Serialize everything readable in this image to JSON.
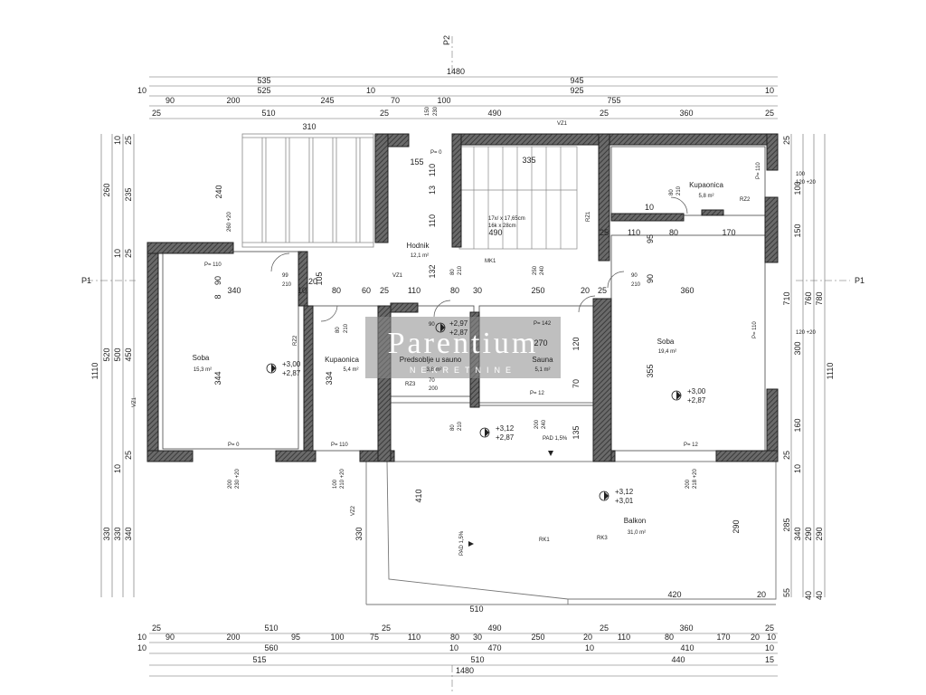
{
  "watermark": {
    "name": "Parentium",
    "sub": "NEKRETNINE"
  },
  "sections": {
    "p1": "P1",
    "p2": "P2"
  },
  "rooms": [
    {
      "name": "Soba",
      "area": "15,3 m²"
    },
    {
      "name": "Kupaonica",
      "area": "5,4 m²"
    },
    {
      "name": "Predsoblje u sauno",
      "area": "3,8 m²"
    },
    {
      "name": "Sauna",
      "area": "5,1 m²"
    },
    {
      "name": "Soba",
      "area": "19,4 m²"
    },
    {
      "name": "Hodnik",
      "area": "12,1 m²"
    },
    {
      "name": "Kupaonica",
      "area": "5,8 m²"
    },
    {
      "name": "Balkon",
      "area": "31,0 m²"
    }
  ],
  "elevations": [
    {
      "top": "+3,00",
      "bottom": "+2,87"
    },
    {
      "top": "+2,97",
      "bottom": "+2,87"
    },
    {
      "top": "+3,12",
      "bottom": "+2,87"
    },
    {
      "top": "+3,00",
      "bottom": "+2,87"
    },
    {
      "top": "+3,12",
      "bottom": "+3,01"
    }
  ],
  "tags": {
    "vz1": "VZ1",
    "vz2": "VZ2",
    "rz1": "RZ1",
    "rz2": "RZ2",
    "rz3": "RZ3",
    "mk1": "MK1",
    "rk1": "RK1",
    "rk3": "RK3",
    "pad": "PAD 1,5%",
    "stairs1": "17x/ x 17,65cm",
    "stairs2": "16k x 28cm",
    "p0": "P= 0",
    "p110": "P= 110",
    "p12": "P= 12",
    "p142": "P= 142"
  },
  "dims_top": {
    "row1": [
      "1480"
    ],
    "row2": [
      "535",
      "945"
    ],
    "row3": [
      "10",
      "525",
      "10",
      "925",
      "10"
    ],
    "row4": [
      "90",
      "200",
      "245",
      "70",
      "100",
      "755"
    ],
    "row5": [
      "25",
      "510",
      "25",
      "490",
      "25",
      "360",
      "25"
    ],
    "stair_small": [
      "150",
      "230"
    ]
  },
  "dims_bottom": {
    "row1": [
      "25",
      "510",
      "25",
      "490",
      "25",
      "360",
      "25"
    ],
    "row2": [
      "10",
      "90",
      "200",
      "95",
      "100",
      "75",
      "110",
      "80",
      "30",
      "250",
      "20",
      "110",
      "80",
      "170",
      "20",
      "10"
    ],
    "row3": [
      "10",
      "560",
      "10",
      "470",
      "10",
      "410",
      "10"
    ],
    "row4": [
      "515",
      "510",
      "440",
      "15"
    ],
    "row5": [
      "1480"
    ]
  },
  "dims_left": [
    "1110",
    "260",
    "235",
    "10",
    "25",
    "520",
    "500",
    "450",
    "25",
    "10",
    "330",
    "330",
    "340",
    "10",
    "25"
  ],
  "dims_right": [
    "1110",
    "780",
    "760",
    "710",
    "25",
    "10",
    "285",
    "340",
    "290",
    "290",
    "55",
    "40",
    "40",
    "100",
    "100",
    "120 +20",
    "150",
    "300",
    "120 +20",
    "160",
    "25"
  ],
  "dims_inner": {
    "terrace_w": "310",
    "terrace_h": "240",
    "stair_w": "335",
    "hall_w": "155",
    "stair_len": "490",
    "hall_110": "110",
    "hall_13": "13",
    "hall_110b": "110",
    "hall_132": "132",
    "bed1_w": "340",
    "bed1_h": "344",
    "bed1_90": "90",
    "bed1_8": "8",
    "bed1_10": "10",
    "bath_w": "105",
    "bath_h": "334",
    "bath_20": "20",
    "bath_80": "80",
    "bath_60": "60",
    "bath_25": "25",
    "sauna_110": "110",
    "sauna_80": "80",
    "sauna_30": "30",
    "sauna_250": "250",
    "sauna_20": "20",
    "sauna_25": "25",
    "pred_90": "90",
    "pred_70": "70",
    "pred_200": "200",
    "sauna_270": "270",
    "sauna_120": "120",
    "sauna_70": "70",
    "sauna_135": "135",
    "bed2_w": "360",
    "bed2_h": "355",
    "bed2_95": "95",
    "bed2_90": "90",
    "bed2_25": "25",
    "bed2_110": "110",
    "bed2_80": "80",
    "bed2_170": "170",
    "bath2_10": "10",
    "bath2_80": "80",
    "bath2_210": "210",
    "bal_410": "410",
    "bal_330": "330",
    "bal_510": "510",
    "bal_420": "420",
    "bal_290": "290",
    "bal_20": "20",
    "door_99": "99",
    "door_210": "210",
    "door_80": "80",
    "door_90": "90",
    "sill_200": "200",
    "sill_230": "230 +20",
    "sill_100": "100",
    "sill_210": "210 +20",
    "sill_218": "218 +20",
    "sill_260": "260 +20",
    "d250": "250",
    "d240": "240"
  }
}
